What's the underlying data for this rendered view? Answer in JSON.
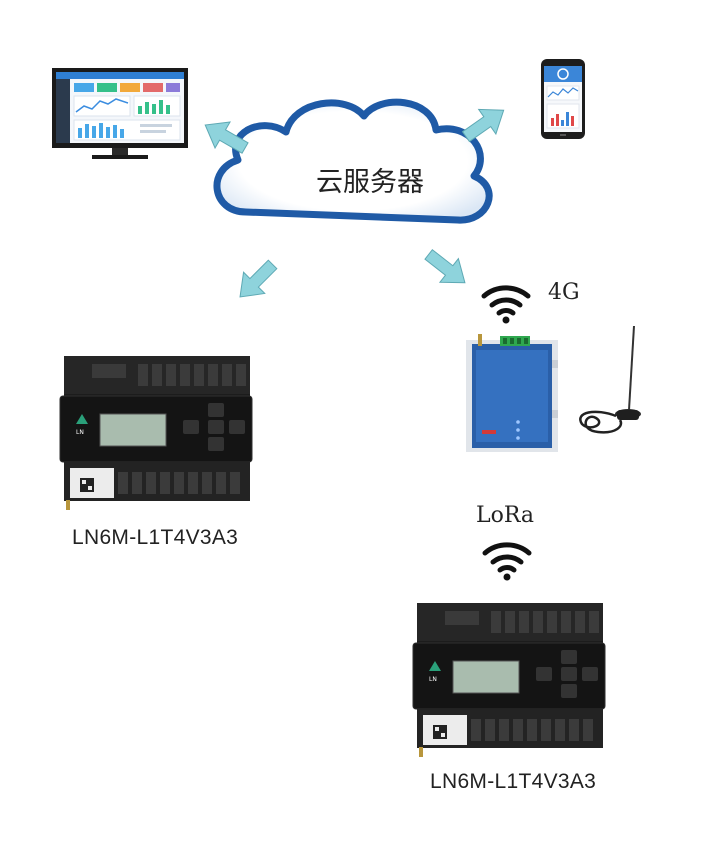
{
  "cloud": {
    "label": "云服务器"
  },
  "links": {
    "cellular_label": "4G",
    "lora_label": "LoRa"
  },
  "devices": [
    {
      "model": "LN6M-L1T4V3A3"
    },
    {
      "model": "LN6M-L1T4V3A3"
    }
  ],
  "colors": {
    "cloud_outline": "#1f5aa6",
    "arrow": "#8ed3dc",
    "device_body": "#1c1c1c",
    "gateway": "#2a5fa8"
  }
}
